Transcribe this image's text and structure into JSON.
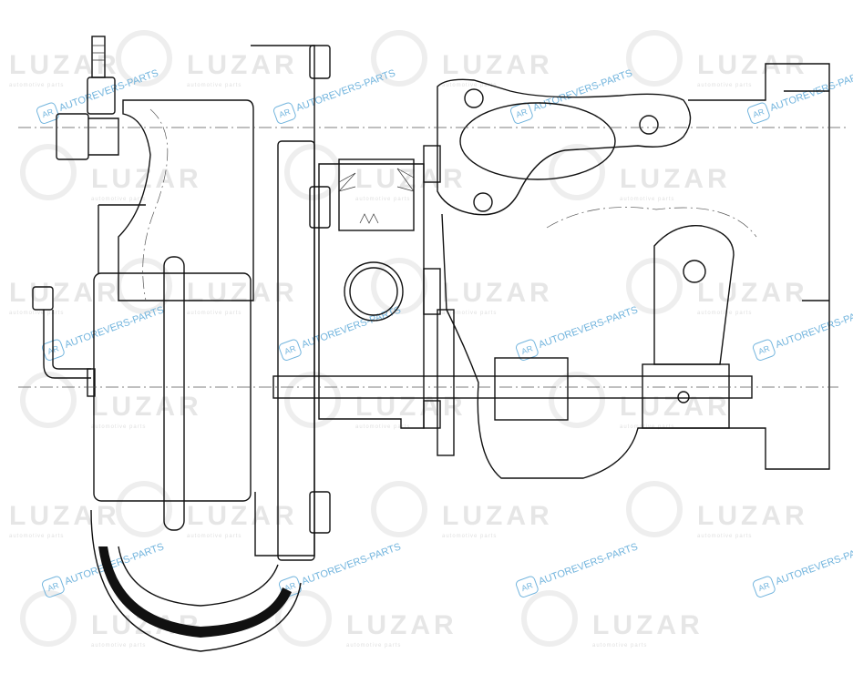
{
  "watermarks": {
    "brand": "LUZAR",
    "brand_tagline": "automotive parts",
    "site": "AUTOREVERS-PARTS",
    "site_logo": "AR"
  },
  "drawing": {
    "subject": "turbocharger-side-view"
  }
}
